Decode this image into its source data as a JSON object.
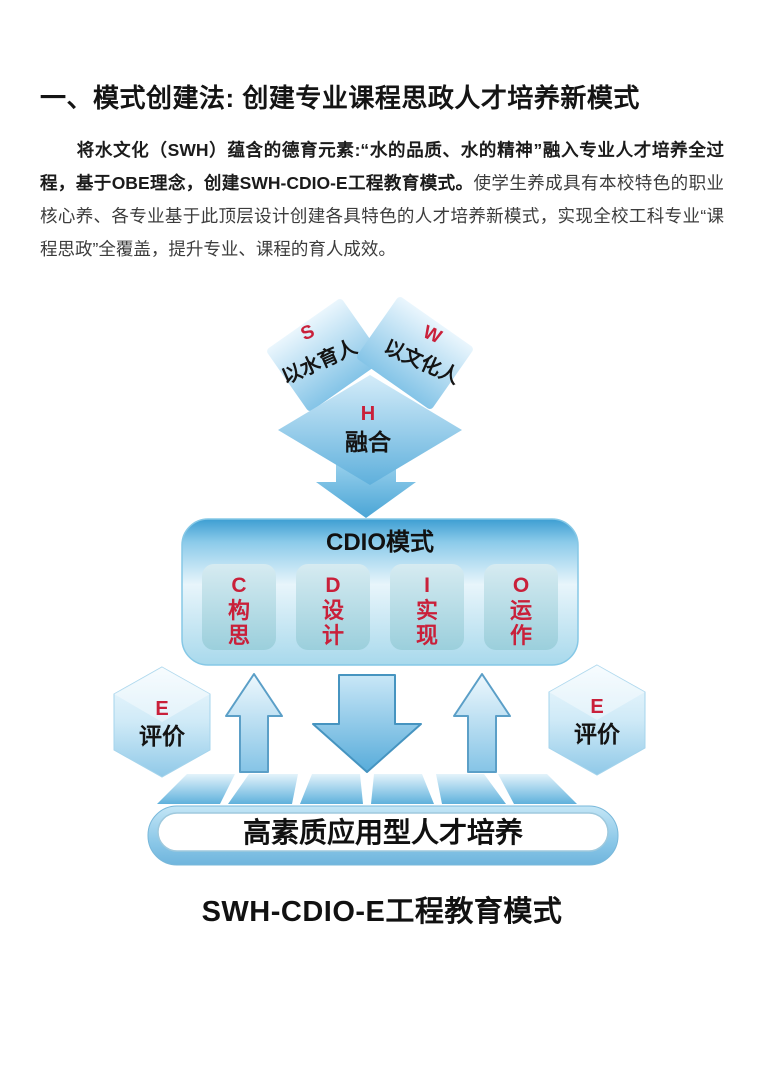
{
  "page": {
    "heading": "一、模式创建法: 创建专业课程思政人才培养新模式",
    "paragraph_bold": "将水文化（SWH）蕴含的德育元素:“水的品质、水的精神”融入专业人才培养全过程，基于OBE理念，创建SWH-CDIO-E工程教育模式。",
    "paragraph_regular": "使学生养成具有本校特色的职业核心养、各专业基于此顶层设计创建各具特色的人才培养新模式，实现全校工科专业“课程思政”全覆盖，提升专业、课程的育人成效。",
    "caption": "SWH-CDIO-E工程教育模式"
  },
  "diagram": {
    "left_cube": {
      "letter": "S",
      "label": "以水育人"
    },
    "right_cube": {
      "letter": "W",
      "label": "以文化人"
    },
    "fusion": {
      "letter": "H",
      "label": "融合"
    },
    "cdio": {
      "title": "CDIO模式",
      "items": [
        {
          "letter": "C",
          "chars": [
            "构",
            "思"
          ]
        },
        {
          "letter": "D",
          "chars": [
            "设",
            "计"
          ]
        },
        {
          "letter": "I",
          "chars": [
            "实",
            "现"
          ]
        },
        {
          "letter": "O",
          "chars": [
            "运",
            "作"
          ]
        }
      ]
    },
    "eval_left": {
      "letter": "E",
      "label": "评价"
    },
    "eval_right": {
      "letter": "E",
      "label": "评价"
    },
    "banner": "高素质应用型人才培养",
    "colors": {
      "accent_red": "#c9203a",
      "blue_dark": "#4aa3d4",
      "blue_light": "#cfeaf7"
    }
  }
}
